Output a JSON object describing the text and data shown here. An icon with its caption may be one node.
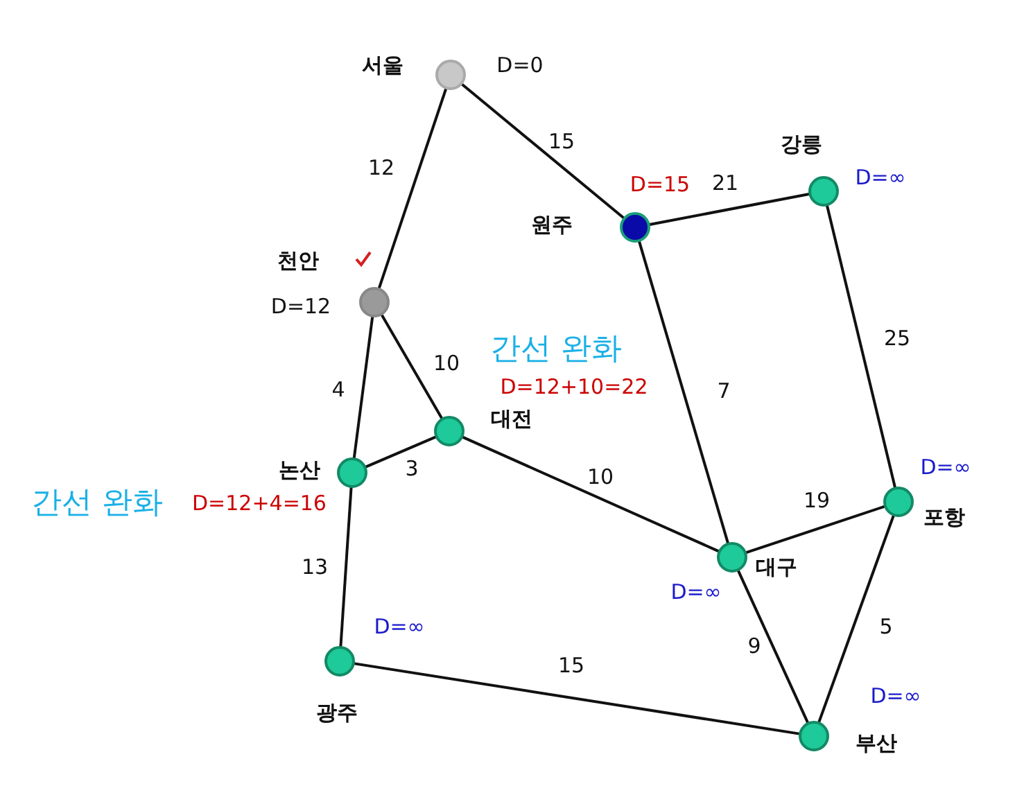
{
  "diagram": {
    "nodes": [
      {
        "text": [
          "서울"
        ],
        "beside": [
          "D=0"
        ]
      },
      {
        "text": [
          "원주"
        ],
        "beside": [
          "D=15"
        ]
      },
      {
        "text": [
          "강릉"
        ],
        "beside": [
          "D=∞"
        ]
      },
      {
        "text": [
          "천안",
          "D=12"
        ]
      },
      {
        "text": [
          "대전"
        ]
      },
      {
        "text": [
          "논산"
        ]
      },
      {
        "text": [
          "대구"
        ],
        "beside": [
          "D=∞"
        ]
      },
      {
        "text": [
          "포항"
        ],
        "beside": [
          "D=∞"
        ]
      },
      {
        "text": [
          "광주"
        ],
        "beside": [
          "D=∞"
        ]
      },
      {
        "text": [
          "부산"
        ],
        "beside": [
          "D=∞"
        ]
      }
    ],
    "edges": [
      {
        "from": 0,
        "to": 3,
        "arrow": "none",
        "label": "12"
      },
      {
        "from": 0,
        "to": 1,
        "arrow": "none",
        "label": "15"
      },
      {
        "from": 1,
        "to": 2,
        "arrow": "none",
        "label": "21"
      },
      {
        "from": 1,
        "to": 6,
        "arrow": "none",
        "label": "7"
      },
      {
        "from": 2,
        "to": 7,
        "arrow": "none",
        "label": "25"
      },
      {
        "from": 3,
        "to": 4,
        "arrow": "none",
        "label": "10"
      },
      {
        "from": 3,
        "to": 5,
        "arrow": "none",
        "label": "4"
      },
      {
        "from": 5,
        "to": 4,
        "arrow": "none",
        "label": "3"
      },
      {
        "from": 4,
        "to": 6,
        "arrow": "none",
        "label": "10"
      },
      {
        "from": 6,
        "to": 7,
        "arrow": "none",
        "label": "19"
      },
      {
        "from": 5,
        "to": 8,
        "arrow": "none",
        "label": "13"
      },
      {
        "from": 8,
        "to": 9,
        "arrow": "none",
        "label": "15"
      },
      {
        "from": 6,
        "to": 9,
        "arrow": "none",
        "label": "9"
      },
      {
        "from": 7,
        "to": 9,
        "arrow": "none",
        "label": "5"
      }
    ],
    "labels": [
      "간선 완화",
      "D=12+10=22",
      "간선 완화",
      "D=12+4=16"
    ]
  }
}
